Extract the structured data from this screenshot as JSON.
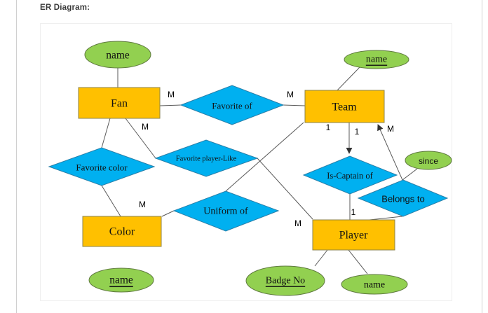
{
  "page": {
    "title": "ER Diagram:"
  },
  "colors": {
    "entity_fill": "#ffc000",
    "entity_border": "#8c8348",
    "relationship_fill": "#00b0f0",
    "relationship_border": "#2a7fa8",
    "attribute_fill": "#92d050",
    "attribute_border": "#5f7a3f",
    "connector": "#595959"
  },
  "diagram": {
    "entities": [
      {
        "label": "Fan"
      },
      {
        "label": "Team"
      },
      {
        "label": "Color"
      },
      {
        "label": "Player"
      }
    ],
    "relationships": [
      {
        "label": "Favorite of"
      },
      {
        "label": "Favorite player-Like"
      },
      {
        "label": "Favorite color"
      },
      {
        "label": "Uniform of"
      },
      {
        "label": "Is-Captain of"
      },
      {
        "label": "Belongs to"
      }
    ],
    "attributes": [
      {
        "label": "name",
        "of": "Fan",
        "underlined": false
      },
      {
        "label": "name",
        "of": "Team",
        "underlined": true
      },
      {
        "label": "since",
        "of": "Belongs to",
        "underlined": false
      },
      {
        "label": "name",
        "of": "Color",
        "underlined": true
      },
      {
        "label": "Badge No",
        "of": "Player",
        "underlined": true
      },
      {
        "label": "name",
        "of": "Player",
        "underlined": false
      }
    ],
    "cardinalities": [
      {
        "label": "M",
        "between": "Fan / Favorite of"
      },
      {
        "label": "M",
        "between": "Favorite of / Team"
      },
      {
        "label": "M",
        "between": "Fan / Favorite player-Like"
      },
      {
        "label": "1",
        "between": "Team / Uniform of"
      },
      {
        "label": "1",
        "between": "Team / Is-Captain of"
      },
      {
        "label": "M",
        "between": "Belongs to / Team (arrow)"
      },
      {
        "label": "M",
        "between": "Uniform of / Color"
      },
      {
        "label": "M",
        "between": "Favorite player-Like / Player"
      },
      {
        "label": "1",
        "between": "Is-Captain of / Player"
      }
    ]
  }
}
